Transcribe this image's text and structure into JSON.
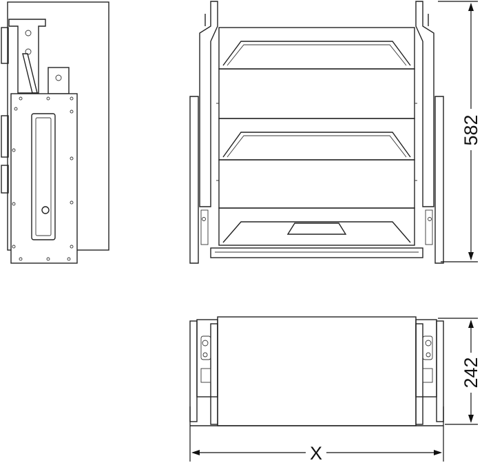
{
  "dimensions": {
    "height": "582",
    "depth": "242",
    "width": "X"
  }
}
